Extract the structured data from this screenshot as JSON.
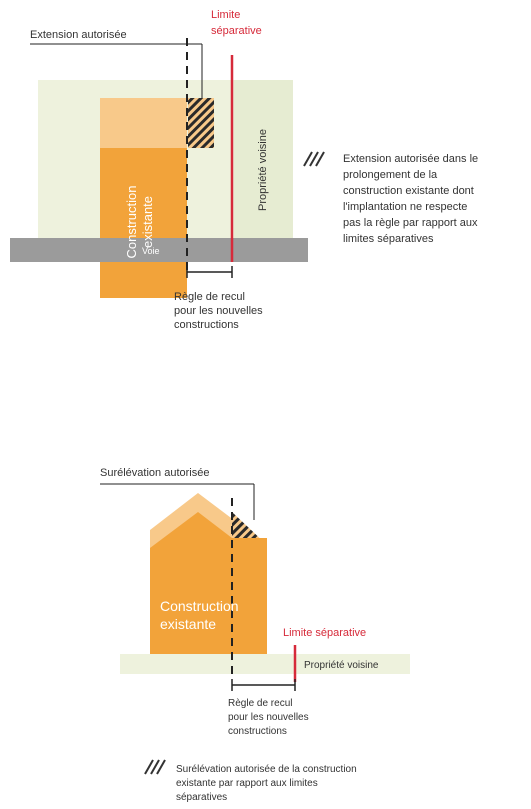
{
  "diagram1": {
    "title_label": "Limite séparative",
    "title_line1": "Limite",
    "title_line2": "séparative",
    "extension_label": "Extension autorisée",
    "building_line1": "Construction",
    "building_line2": "existante",
    "neighbor_label": "Propriété voisine",
    "road_label": "Voie",
    "setback_lines": [
      "Règle de recul",
      "pour les nouvelles",
      "constructions"
    ],
    "legend_lines": [
      "Extension autorisée dans le",
      "prolongement de la",
      "construction existante dont",
      "l'implantation ne respecte",
      "pas la règle par rapport aux",
      "limites séparatives"
    ]
  },
  "diagram2": {
    "elevation_label": "Surélévation autorisée",
    "building_line1": "Construction",
    "building_line2": "existante",
    "limit_label": "Limite séparative",
    "neighbor_label": "Propriété voisine",
    "setback_lines": [
      "Règle de recul",
      "pour les nouvelles",
      "constructions"
    ],
    "legend_lines": [
      "Surélévation autorisée de la construction",
      "existante par rapport aux limites",
      "séparatives"
    ]
  },
  "colors": {
    "building": "#f2a33a",
    "building_light": "#f8c98a",
    "parcel": "#eef2dd",
    "road": "#9b9b9b",
    "limit": "#d62a3a",
    "text": "#333333"
  }
}
